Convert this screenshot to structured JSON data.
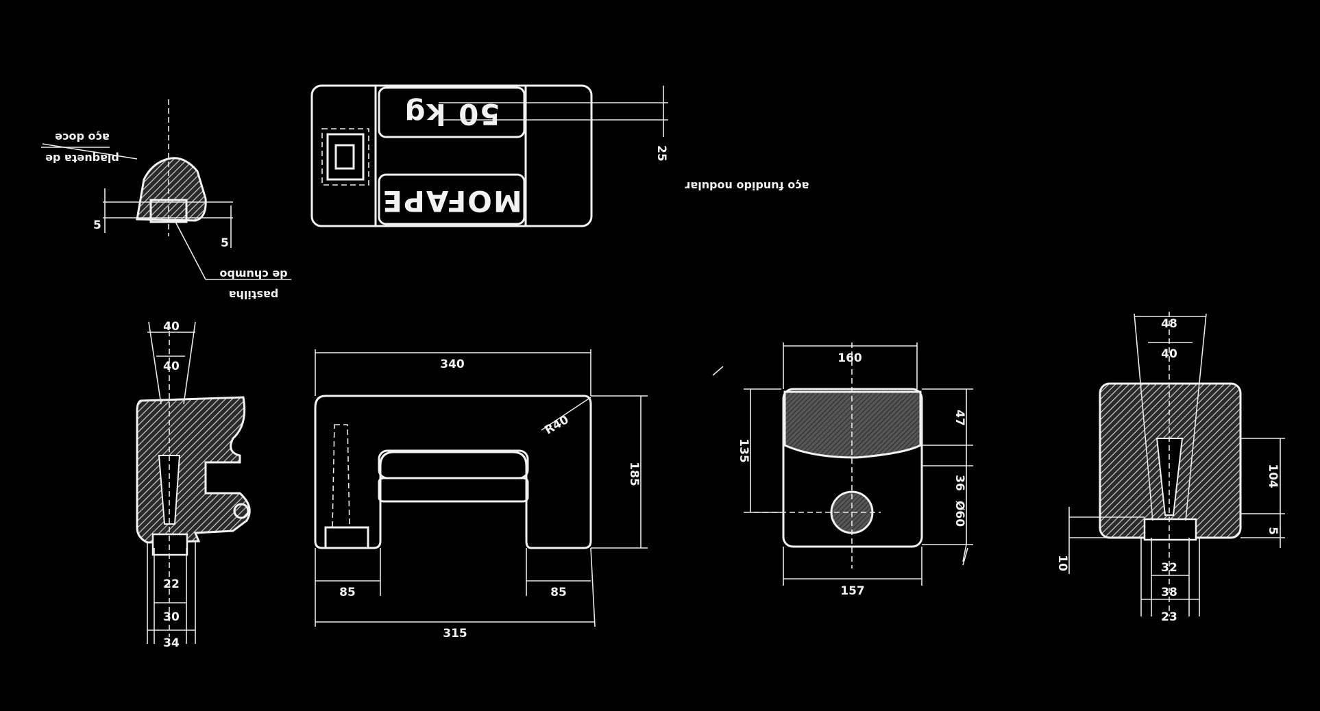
{
  "stamp": {
    "capacity": "50 kg",
    "brand": "MOFAPE"
  },
  "notes": {
    "material_main": "aço fundido nodular",
    "material_plug": "aço doce",
    "plug_sub": "plaqueta de",
    "closure_top": "de chumbo",
    "closure_sub": "pastilha"
  },
  "dims": {
    "top_view_height": "25",
    "section_small_left": "5",
    "section_small_right": "5",
    "left_top_outer": "40",
    "left_top_inner": "40",
    "left_bottom_1": "22",
    "left_bottom_2": "30",
    "left_bottom_3": "34",
    "front_top": "340",
    "front_height": "185",
    "front_radius": "R40",
    "front_foot_left": "85",
    "front_foot_right": "85",
    "front_bottom": "315",
    "side_top": "160",
    "side_height": "135",
    "side_upper": "47",
    "side_mid": "36",
    "side_hole": "Ø60",
    "side_bottom": "157",
    "right_top_outer": "48",
    "right_top_inner": "40",
    "right_height": "104",
    "right_small": "5",
    "right_left": "10",
    "right_bottom_1": "32",
    "right_bottom_2": "38",
    "right_bottom_3": "23"
  }
}
